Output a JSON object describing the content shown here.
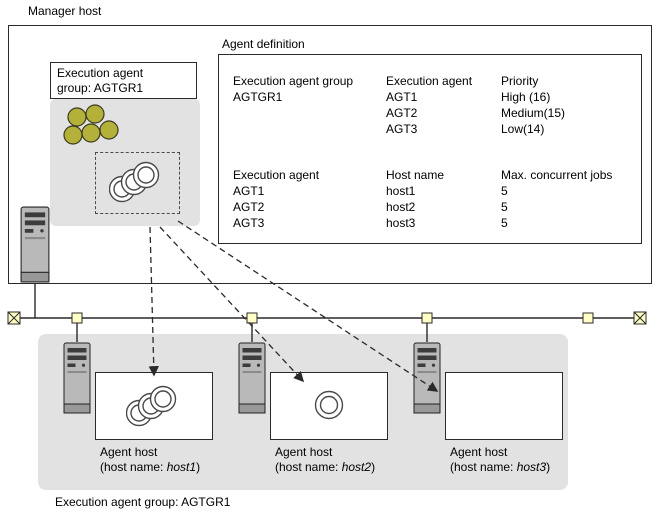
{
  "colors": {
    "job_icon_olive": "#b4b13b",
    "panel_gray": "#e2e2e2",
    "connector_yellow": "#ffffc6"
  },
  "icons": {
    "server": "server-tower-icon",
    "jobs": "job-coins-icon",
    "agent_process": "stacked-disks-icon",
    "network_connector": "network-tap-icon",
    "network_terminator": "terminator-x-icon"
  },
  "manager": {
    "host_label": "Manager host",
    "group_box_line1": "Execution agent",
    "group_box_line2": "group: AGTGR1"
  },
  "agent_definition": {
    "title": "Agent definition",
    "priority_table": {
      "headers": [
        "Execution agent group",
        "Execution agent",
        "Priority"
      ],
      "rows": [
        [
          "AGTGR1",
          "AGT1",
          "High (16)"
        ],
        [
          "",
          "AGT2",
          "Medium(15)"
        ],
        [
          "",
          "AGT3",
          "Low(14)"
        ]
      ]
    },
    "host_table": {
      "headers": [
        "Execution agent",
        "Host name",
        "Max. concurrent jobs"
      ],
      "rows": [
        [
          "AGT1",
          "host1",
          "5"
        ],
        [
          "AGT2",
          "host2",
          "5"
        ],
        [
          "AGT3",
          "host3",
          "5"
        ]
      ]
    }
  },
  "agents": [
    {
      "caption": "Agent host",
      "host_prefix": "(host name: ",
      "host_name": "host1",
      "host_suffix": ")"
    },
    {
      "caption": "Agent host",
      "host_prefix": "(host name: ",
      "host_name": "host2",
      "host_suffix": ")"
    },
    {
      "caption": "Agent host",
      "host_prefix": "(host name: ",
      "host_name": "host3",
      "host_suffix": ")"
    }
  ],
  "footer": {
    "label": "Execution agent group: AGTGR1"
  }
}
